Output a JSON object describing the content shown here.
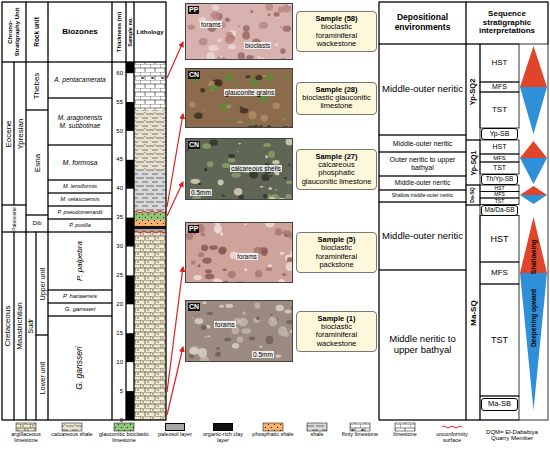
{
  "diagram": {
    "nodes": [
      {
        "text": [
          "Chrono-Stratigraphy Unit"
        ]
      },
      {
        "text": [
          "Rock unit"
        ]
      },
      {
        "text": [
          "Biozones"
        ]
      },
      {
        "text": [
          "Thickness (m)"
        ]
      },
      {
        "text": [
          "Sample no."
        ]
      },
      {
        "text": [
          "Lithology"
        ]
      },
      {
        "text": [
          "PP",
          "forams",
          "bioclasts"
        ]
      },
      {
        "text": [
          "Sample (58)",
          "bioclastic foraminiferal wackestone"
        ]
      },
      {
        "text": [
          "Depositional environments"
        ]
      },
      {
        "text": [
          "Sequence stratigraphic interpretations"
        ]
      },
      {
        "text": [
          "Eocene"
        ]
      },
      {
        "text": [
          "Ypresian"
        ]
      },
      {
        "text": [
          "Thebes"
        ]
      },
      {
        "text": [
          "Esna"
        ]
      },
      {
        "text": [
          "A. pentacamerata"
        ]
      },
      {
        "text": [
          "M. aragonensis",
          "M. subbotinae"
        ]
      },
      {
        "text": [
          "M. formosa"
        ]
      },
      {
        "text": [
          "M. lensiformis"
        ]
      },
      {
        "text": [
          "M. velascoensis"
        ]
      },
      {
        "text": [
          "P. pseudomenardii"
        ]
      },
      {
        "text": [
          "P. pusilla"
        ]
      },
      {
        "text": [
          "Paleocene"
        ]
      },
      {
        "text": [
          "Dib"
        ]
      },
      {
        "text": [
          "Cretaceous"
        ]
      },
      {
        "text": [
          "Maastrichtian"
        ]
      },
      {
        "text": [
          "Sudr"
        ]
      },
      {
        "text": [
          "Upper unit"
        ]
      },
      {
        "text": [
          "Lower unit"
        ]
      },
      {
        "text": [
          "P. palpebra"
        ]
      },
      {
        "text": [
          "P. hariaensis"
        ]
      },
      {
        "text": [
          "G. gansseri"
        ]
      },
      {
        "text": [
          "G. gansseri"
        ]
      },
      {
        "text": [
          "CN",
          "glauconite grains"
        ]
      },
      {
        "text": [
          "Sample (28)",
          "bioclastic glauconitic limestone"
        ]
      },
      {
        "text": [
          "CN",
          "calcareous shells",
          "0.5mm"
        ]
      },
      {
        "text": [
          "Sample (27)",
          "calcareous phosphatic glauconitic limestone"
        ]
      },
      {
        "text": [
          "PP",
          "forams"
        ]
      },
      {
        "text": [
          "Sample (5)",
          "bioclastic foraminiferal packstone"
        ]
      },
      {
        "text": [
          "CN",
          "forams",
          "0.5mm"
        ]
      },
      {
        "text": [
          "Sample (1)",
          "bioclastic foraminiferal wackestone"
        ]
      },
      {
        "text": [
          "Middle-outer neritic"
        ]
      },
      {
        "text": [
          "Middle-outer neritic"
        ]
      },
      {
        "text": [
          "Outer neritic to upper bathyal"
        ]
      },
      {
        "text": [
          "Middle-outer neritic"
        ]
      },
      {
        "text": [
          "Shallow middle-outer neritic"
        ]
      },
      {
        "text": [
          "Middle-outer neritic"
        ]
      },
      {
        "text": [
          "Middle neritic to upper bathyal"
        ]
      },
      {
        "text": [
          "Yp-SQ2"
        ]
      },
      {
        "text": [
          "HST"
        ]
      },
      {
        "text": [
          "MFS"
        ]
      },
      {
        "text": [
          "TST"
        ]
      },
      {
        "text": [
          "Yp-SB"
        ]
      },
      {
        "text": [
          "Yp-SQ1"
        ]
      },
      {
        "text": [
          "HST"
        ]
      },
      {
        "text": [
          "MFS"
        ]
      },
      {
        "text": [
          "TST"
        ]
      },
      {
        "text": [
          "Th/Yp-SB"
        ]
      },
      {
        "text": [
          "Da-SQ"
        ]
      },
      {
        "text": [
          "HST"
        ]
      },
      {
        "text": [
          "MFS"
        ]
      },
      {
        "text": [
          "TST"
        ]
      },
      {
        "text": [
          "Ma/Da-SB"
        ]
      },
      {
        "text": [
          "Ma-SQ"
        ]
      },
      {
        "text": [
          "HST"
        ]
      },
      {
        "text": [
          "MFS"
        ]
      },
      {
        "text": [
          "TST"
        ]
      },
      {
        "text": [
          "Ma-SB"
        ]
      }
    ],
    "labels": [
      "60",
      "55",
      "50",
      "45",
      "40",
      "35",
      "30",
      "25",
      "20",
      "15",
      "10",
      "5",
      "0",
      "Shallowing",
      "Deepening upward",
      "DQM= El-Dababiya Quarry Member"
    ],
    "legend": [
      {
        "text": "argillaceous limestone"
      },
      {
        "text": "calcareous shale"
      },
      {
        "text": "glauconitic bioclastic limestone"
      },
      {
        "text": "paleosol layer",
        "color": "#a6a6a6"
      },
      {
        "text": "organic-rich clay layer",
        "color": "#111111"
      },
      {
        "text": "phosphatic shale"
      },
      {
        "text": "shale"
      },
      {
        "text": "flinty limestone"
      },
      {
        "text": "limestone"
      },
      {
        "text": "unconformity surface"
      }
    ]
  }
}
